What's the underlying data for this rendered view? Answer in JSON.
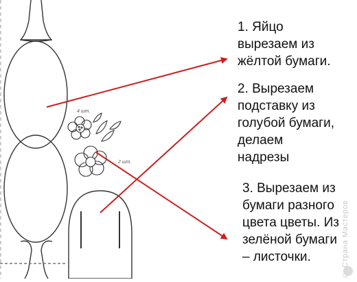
{
  "steps": [
    {
      "text": "1. Яйцо\nвырезаем из\nжёлтой бумаги."
    },
    {
      "text": "2. Вырезаем\nподставку из\nголубой бумаги,\nделаем\nнадрезы"
    },
    {
      "text": "3. Вырезаем из\nбумаги разного\nцвета цветы. Из\nзелёной бумаги\n– листочки."
    }
  ],
  "template_labels": {
    "flower_small_count": "4 шт.",
    "flower_large_count": "2 шт."
  },
  "watermark": "© Страна Мастеров",
  "colors": {
    "arrow": "#cc1f1f",
    "outline": "#333333",
    "text": "#111111"
  }
}
